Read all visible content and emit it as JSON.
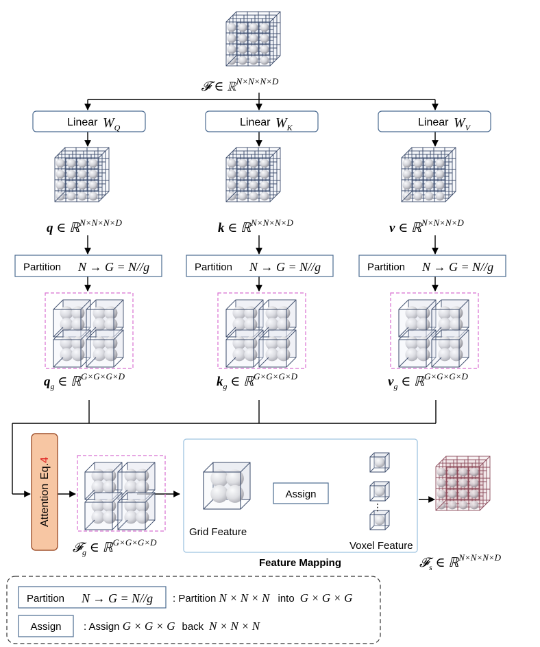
{
  "input": {
    "label": "𝓕 ∈ ℝ",
    "sup": "N×N×N×D"
  },
  "linear_boxes": [
    {
      "word": "Linear",
      "symbol": "W",
      "sub": "Q"
    },
    {
      "word": "Linear",
      "symbol": "W",
      "sub": "K"
    },
    {
      "word": "Linear",
      "symbol": "W",
      "sub": "V"
    }
  ],
  "proj_labels": [
    {
      "var": "q",
      "set": " ∈ ℝ",
      "sup": "N×N×N×D"
    },
    {
      "var": "k",
      "set": " ∈ ℝ",
      "sup": "N×N×N×D"
    },
    {
      "var": "v",
      "set": " ∈ ℝ",
      "sup": "N×N×N×D"
    }
  ],
  "partition_box": {
    "word": "Partition",
    "formula": "N → G = N//g"
  },
  "grid_labels": [
    {
      "var": "q",
      "sub": "g",
      "set": " ∈ ℝ",
      "sup": "G×G×G×D"
    },
    {
      "var": "k",
      "sub": "g",
      "set": " ∈ ℝ",
      "sup": "G×G×G×D"
    },
    {
      "var": "v",
      "sub": "g",
      "set": " ∈ ℝ",
      "sup": "G×G×G×D"
    }
  ],
  "attention": {
    "word": "Attention",
    "eq_prefix": "Eq.",
    "eq_number": "4"
  },
  "attn_output": {
    "var": "𝓕",
    "sub": "g",
    "set": " ∈ ℝ",
    "sup": "G×G×G×D"
  },
  "feature_mapping": {
    "title": "Feature Mapping",
    "grid_feature": "Grid Feature",
    "assign": "Assign",
    "voxel_feature": "Voxel Feature",
    "dots": "⋮"
  },
  "output": {
    "var": "𝓕",
    "sub": "s",
    "set": " ∈ ℝ",
    "sup": "N×N×N×D"
  },
  "legend": {
    "partition_box_word": "Partition",
    "partition_box_formula": "N → G = N//g",
    "partition_desc_prefix": ": Partition ",
    "partition_desc_math1": "N × N × N",
    "partition_desc_mid": "into",
    "partition_desc_math2": "G × G × G",
    "assign_box": "Assign",
    "assign_desc_prefix": ": Assign ",
    "assign_desc_math1": "G × G × G",
    "assign_desc_mid": "back",
    "assign_desc_math2": "N × N × N"
  },
  "colors": {
    "attention_fill": "#f7c6a3",
    "attention_stroke": "#a0522d",
    "eq_number": "#e02020",
    "dashed_pink": "#d86fd0",
    "panel_border": "#9ec3e0",
    "box_border": "#4a6a90",
    "cube_line": "#3a4a6a",
    "output_tint": "#a05a6a"
  }
}
